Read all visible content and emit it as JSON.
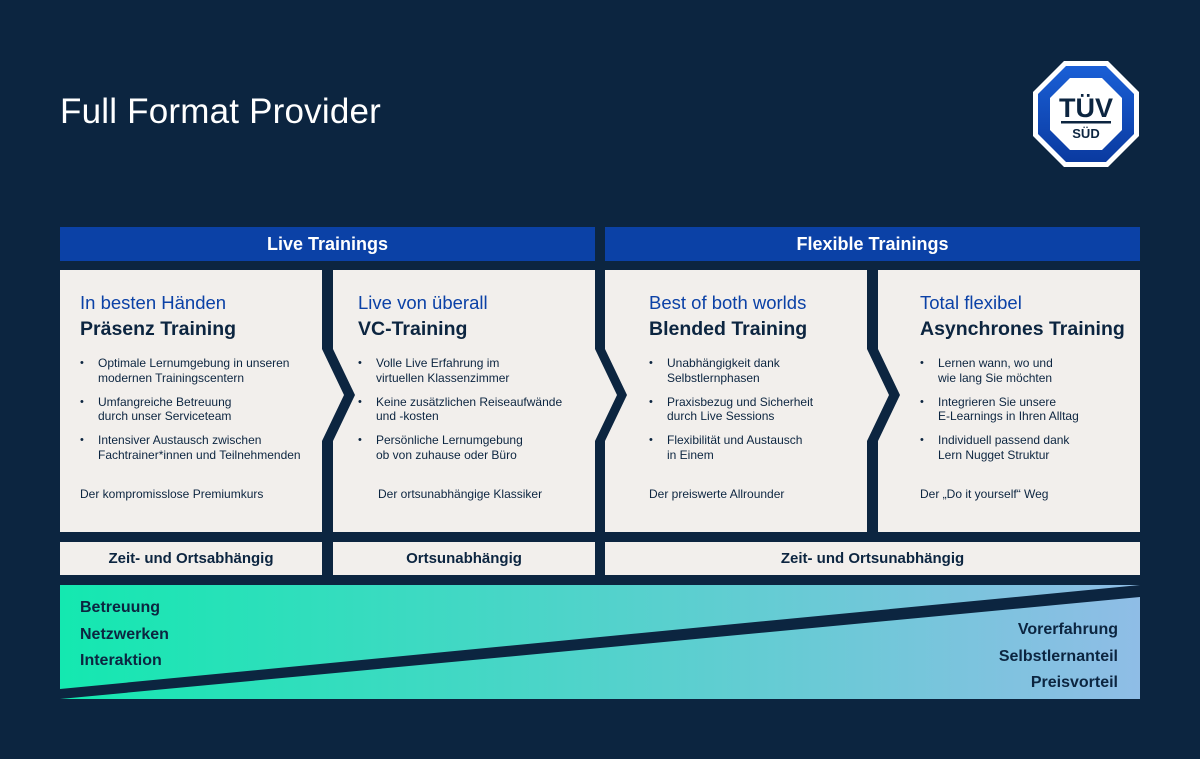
{
  "page": {
    "title": "Full Format Provider"
  },
  "logo": {
    "line1": "TÜV",
    "line2": "SÜD"
  },
  "groups": {
    "live": "Live Trainings",
    "flexible": "Flexible Trainings"
  },
  "cards": [
    {
      "subtitle": "In besten Händen",
      "title": "Präsenz Training",
      "bullets": [
        "Optimale Lernumgebung in unseren\nmodernen Trainingscentern",
        "Umfangreiche Betreuung\ndurch unser Serviceteam",
        "Intensiver Austausch zwischen\nFachtrainer*innen und Teilnehmenden"
      ],
      "summary": "Der kompromisslose Premiumkurs"
    },
    {
      "subtitle": "Live von überall",
      "title": "VC-Training",
      "bullets": [
        "Volle Live Erfahrung im\nvirtuellen Klassenzimmer",
        "Keine zusätzlichen Reiseaufwände\nund -kosten",
        "Persönliche Lernumgebung\nob von zuhause oder Büro"
      ],
      "summary": "Der ortsunabhängige Klassiker"
    },
    {
      "subtitle": "Best of both worlds",
      "title": "Blended Training",
      "bullets": [
        "Unabhängigkeit dank\nSelbstlernphasen",
        "Praxisbezug und Sicherheit\ndurch Live Sessions",
        "Flexibilität und Austausch\nin Einem"
      ],
      "summary": "Der preiswerte Allrounder"
    },
    {
      "subtitle": "Total flexibel",
      "title": "Asynchrones Training",
      "bullets": [
        "Lernen wann, wo und\nwie lang Sie möchten",
        "Integrieren Sie unsere\nE-Learnings in Ihren Alltag",
        "Individuell passend dank\nLern Nugget Struktur"
      ],
      "summary": "Der „Do it yourself“ Weg"
    }
  ],
  "footers": [
    "Zeit- und Ortsabhängig",
    "Ortsunabhängig",
    "Zeit- und Ortsunabhängig"
  ],
  "wedge": {
    "left": [
      "Betreuung",
      "Netzwerken",
      "Interaktion"
    ],
    "right": [
      "Vorerfahrung",
      "Selbstlernanteil",
      "Preisvorteil"
    ]
  },
  "colors": {
    "background": "#0c2540",
    "header_blue": "#0b41a6",
    "card": "#f2efec",
    "accent_text": "#0b41a6",
    "gradient_start": "#14e8b0",
    "gradient_end": "#8fbde6"
  }
}
